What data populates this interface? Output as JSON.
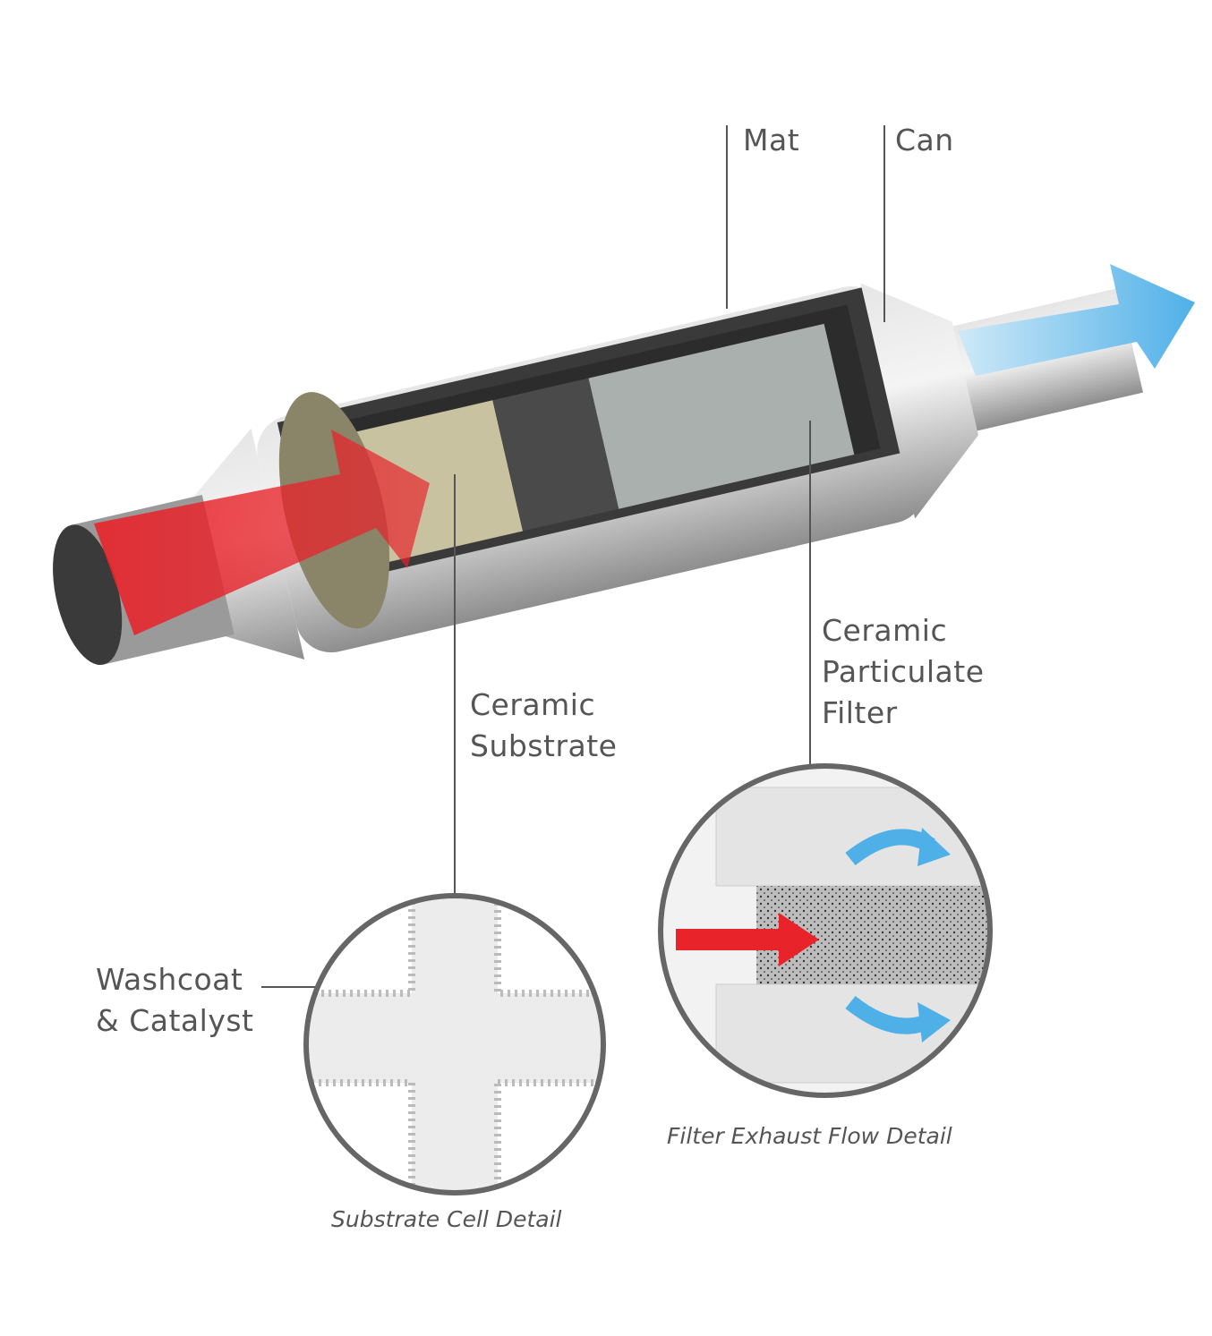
{
  "labels": {
    "mat": "Mat",
    "can": "Can",
    "filter": [
      "Ceramic",
      "Particulate",
      "Filter"
    ],
    "substrate": [
      "Ceramic",
      "Substrate"
    ],
    "washcoat": [
      "Washcoat",
      "& Catalyst"
    ]
  },
  "captions": {
    "substrate_detail": "Substrate Cell Detail",
    "filter_detail": "Filter Exhaust Flow Detail"
  },
  "colors": {
    "inflow_arrow": "#e8232a",
    "outflow_arrow": "#4fb0e8",
    "leader_line": "#555555",
    "substrate_face": "#8a8468",
    "can_metal": "#b8b8b8"
  }
}
